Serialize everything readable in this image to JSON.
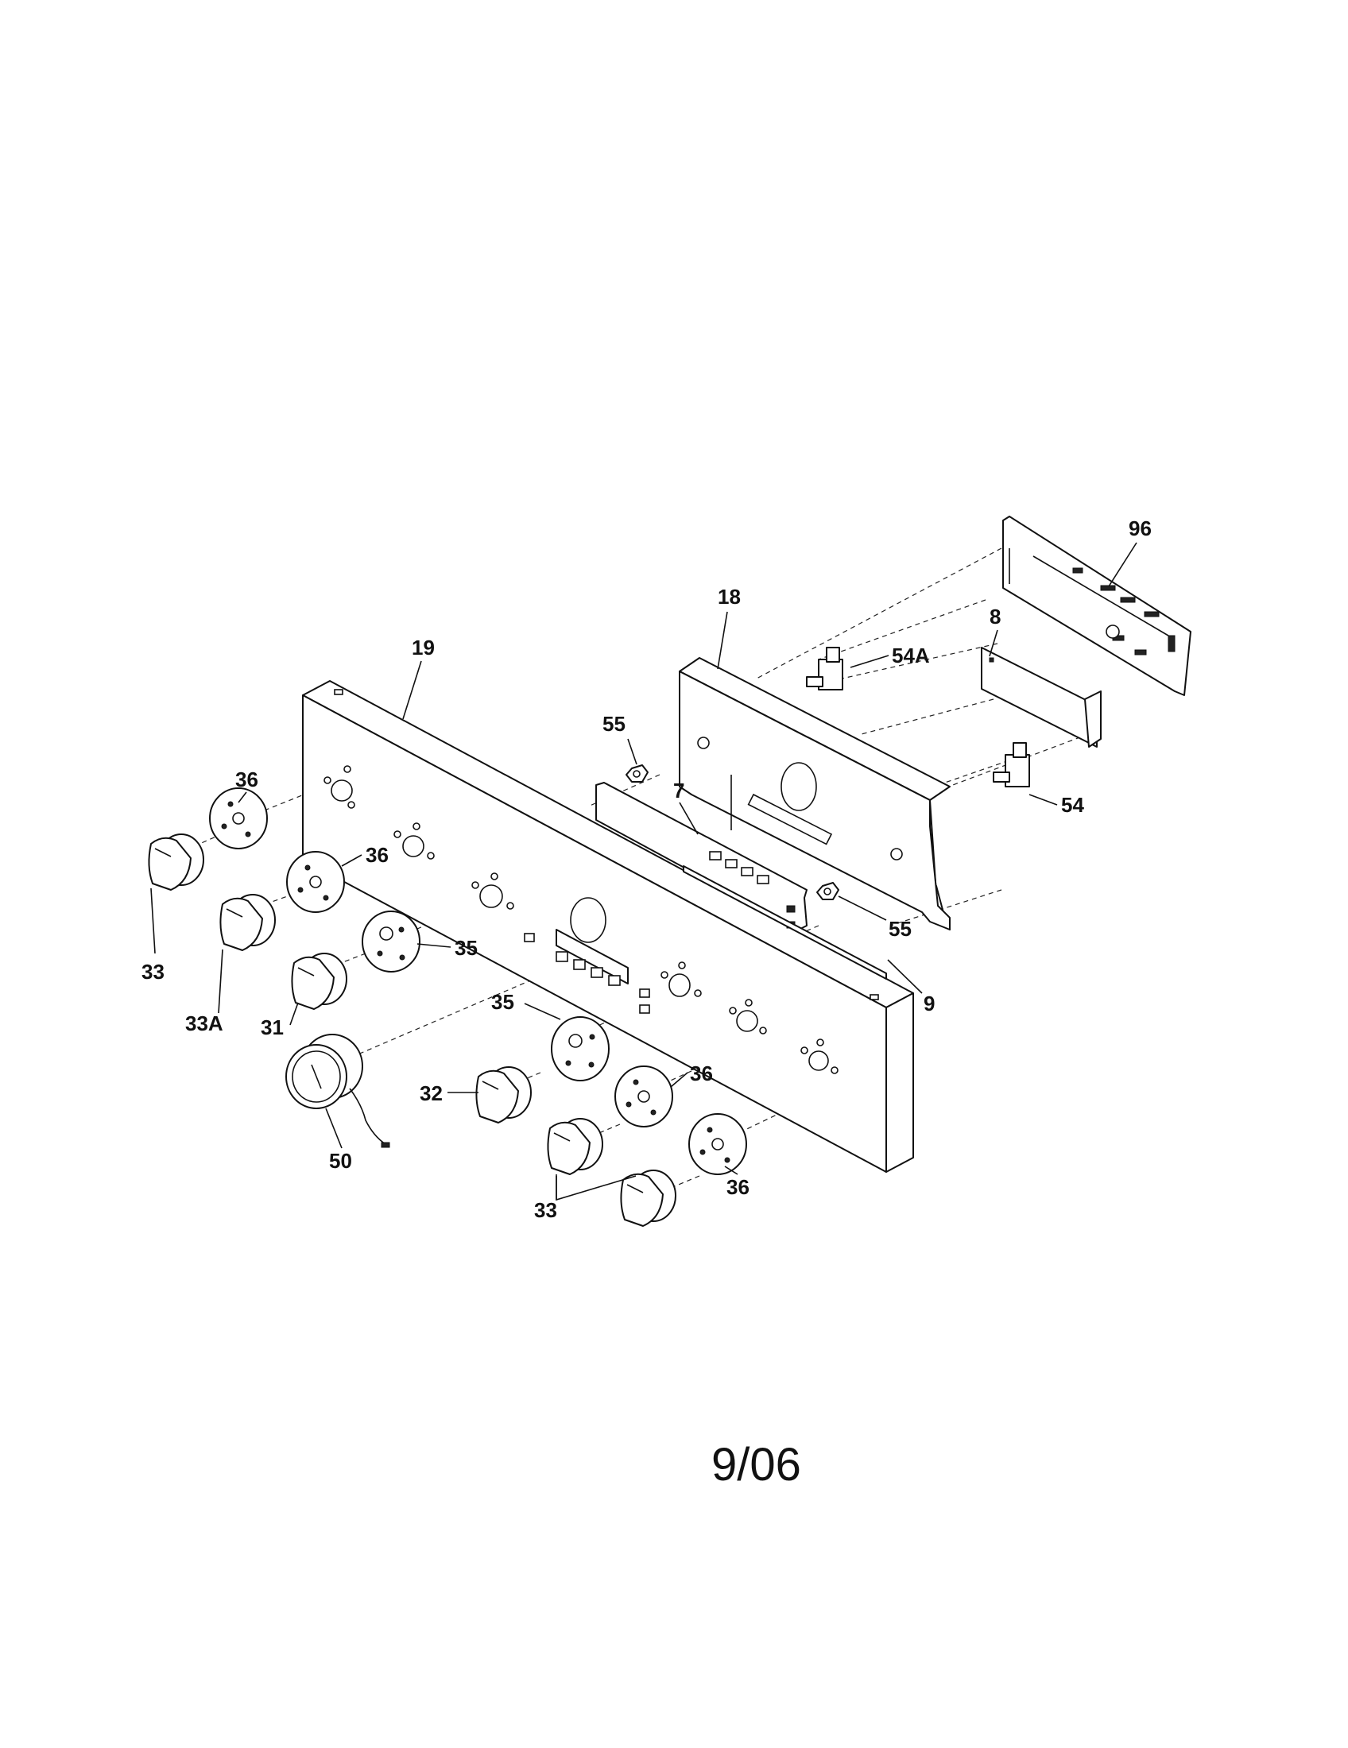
{
  "diagram": {
    "callouts": {
      "c96": "96",
      "c18": "18",
      "c54A": "54A",
      "c8": "8",
      "c19": "19",
      "c55a": "55",
      "c7": "7",
      "c54": "54",
      "c36a": "36",
      "c36b": "36",
      "c55b": "55",
      "c35a": "35",
      "c33a": "33",
      "c9": "9",
      "c33A": "33A",
      "c31": "31",
      "c35b": "35",
      "c36c": "36",
      "c32": "32",
      "c50": "50",
      "c36d": "36",
      "c33b": "33"
    },
    "date_code": "9/06"
  }
}
